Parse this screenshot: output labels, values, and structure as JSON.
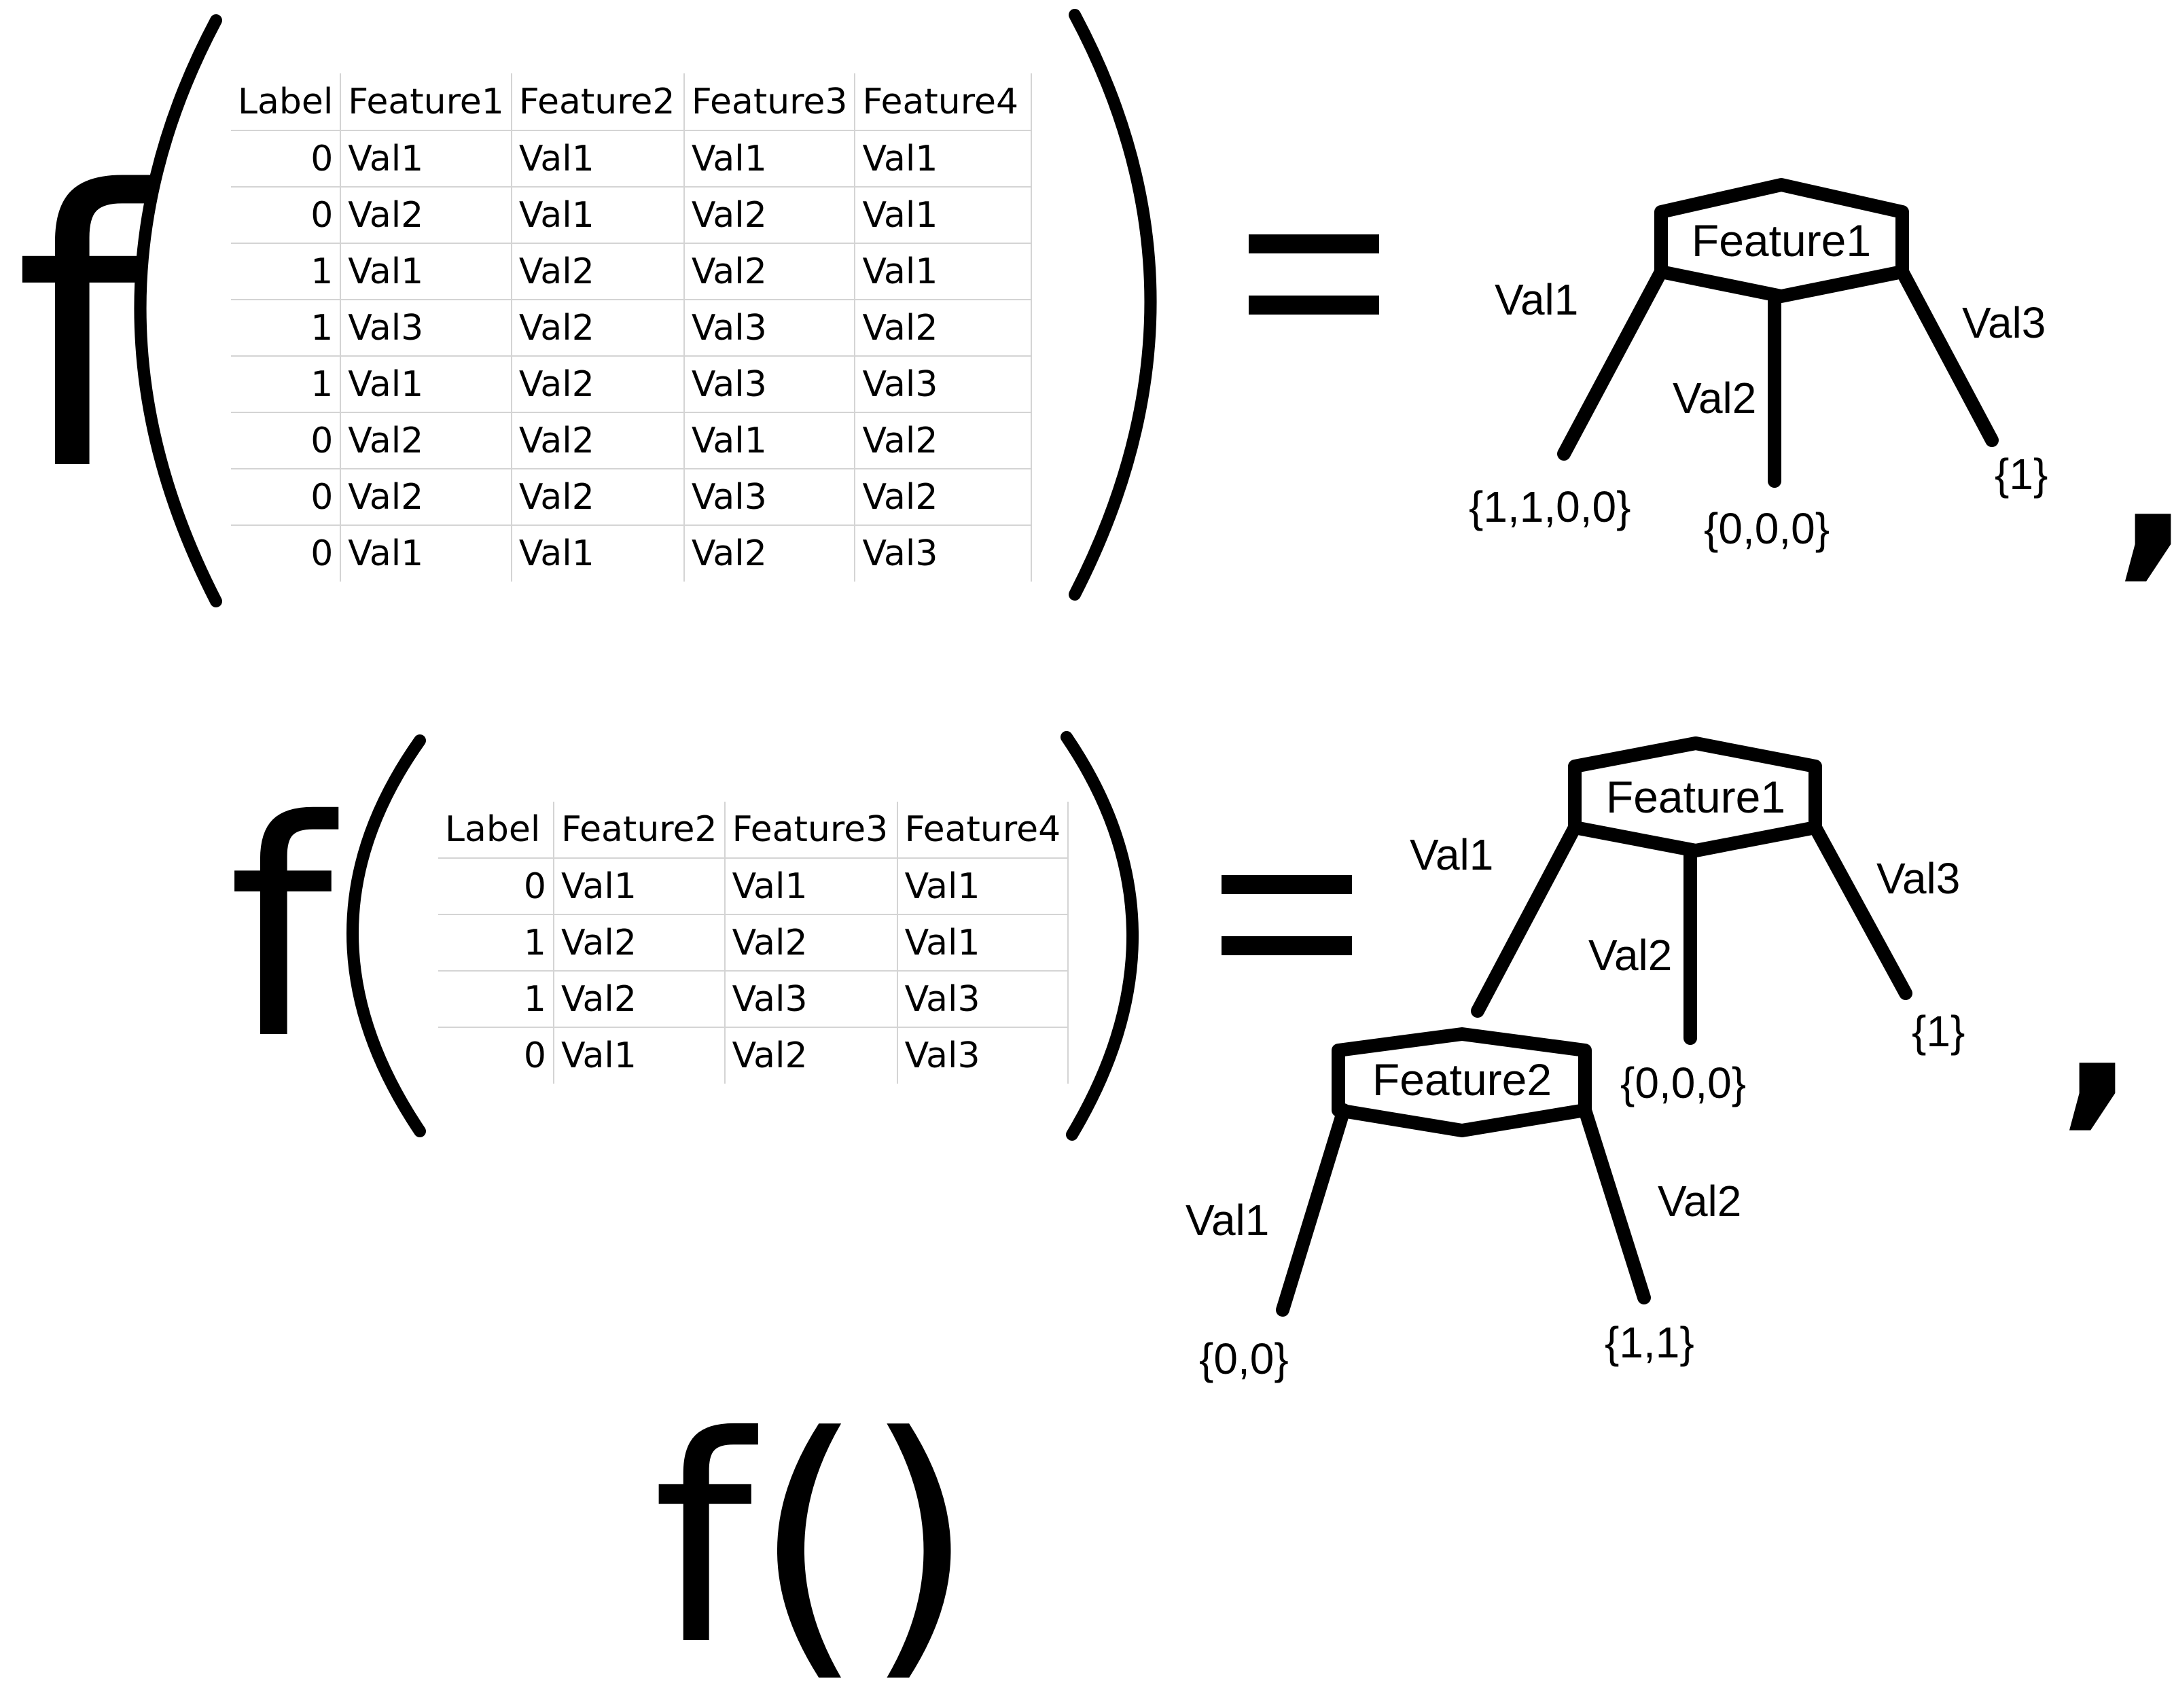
{
  "func_symbol": "f",
  "empty_call": "f()",
  "comma": ",",
  "table1": {
    "headers": [
      "Label",
      "Feature1",
      "Feature2",
      "Feature3",
      "Feature4"
    ],
    "rows": [
      [
        "0",
        "Val1",
        "Val1",
        "Val1",
        "Val1"
      ],
      [
        "0",
        "Val2",
        "Val1",
        "Val2",
        "Val1"
      ],
      [
        "1",
        "Val1",
        "Val2",
        "Val2",
        "Val1"
      ],
      [
        "1",
        "Val3",
        "Val2",
        "Val3",
        "Val2"
      ],
      [
        "1",
        "Val1",
        "Val2",
        "Val3",
        "Val3"
      ],
      [
        "0",
        "Val2",
        "Val2",
        "Val1",
        "Val2"
      ],
      [
        "0",
        "Val2",
        "Val2",
        "Val3",
        "Val2"
      ],
      [
        "0",
        "Val1",
        "Val1",
        "Val2",
        "Val3"
      ]
    ]
  },
  "table2": {
    "headers": [
      "Label",
      "Feature2",
      "Feature3",
      "Feature4"
    ],
    "rows": [
      [
        "0",
        "Val1",
        "Val1",
        "Val1"
      ],
      [
        "1",
        "Val2",
        "Val2",
        "Val1"
      ],
      [
        "1",
        "Val2",
        "Val3",
        "Val3"
      ],
      [
        "0",
        "Val1",
        "Val2",
        "Val3"
      ]
    ]
  },
  "tree1": {
    "root": "Feature1",
    "branches": [
      {
        "edge": "Val1",
        "leaf": "{1,1,0,0}"
      },
      {
        "edge": "Val2",
        "leaf": "{0,0,0}"
      },
      {
        "edge": "Val3",
        "leaf": "{1}"
      }
    ]
  },
  "tree2": {
    "root": "Feature1",
    "branches": [
      {
        "edge": "Val1",
        "child": "Feature2"
      },
      {
        "edge": "Val2",
        "leaf": "{0,0,0}"
      },
      {
        "edge": "Val3",
        "leaf": "{1}"
      }
    ],
    "child": {
      "name": "Feature2",
      "branches": [
        {
          "edge": "Val1",
          "leaf": "{0,0}"
        },
        {
          "edge": "Val2",
          "leaf": "{1,1}"
        }
      ]
    }
  }
}
